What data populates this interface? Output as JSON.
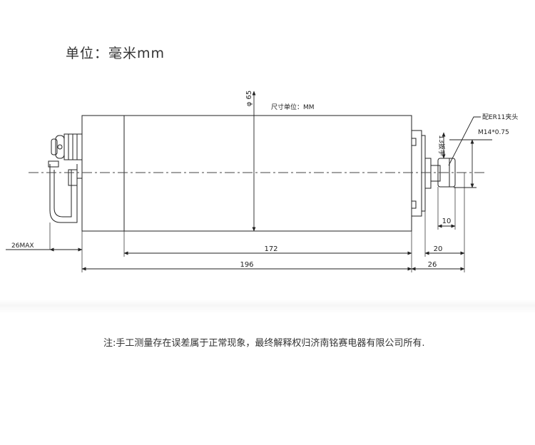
{
  "header": {
    "unit_label": "单位：毫米mm"
  },
  "drawing": {
    "size_unit_note": "尺寸单位：MM",
    "diameter_label": "φ 65",
    "collet_label": "配ER11夹头",
    "thread_label": "M14*0.75",
    "wrench_label": "13扳手",
    "dimensions": {
      "cable_max": "26MAX",
      "body_length": "172",
      "total_length": "196",
      "nut_length": "10",
      "shaft_length": "20",
      "nose_length": "26"
    },
    "colors": {
      "line": "#222222",
      "centerline": "#444444"
    }
  },
  "footer": {
    "note": "注:手工测量存在误差属于正常现象，最终解释权归济南铭赛电器有限公司所有."
  }
}
